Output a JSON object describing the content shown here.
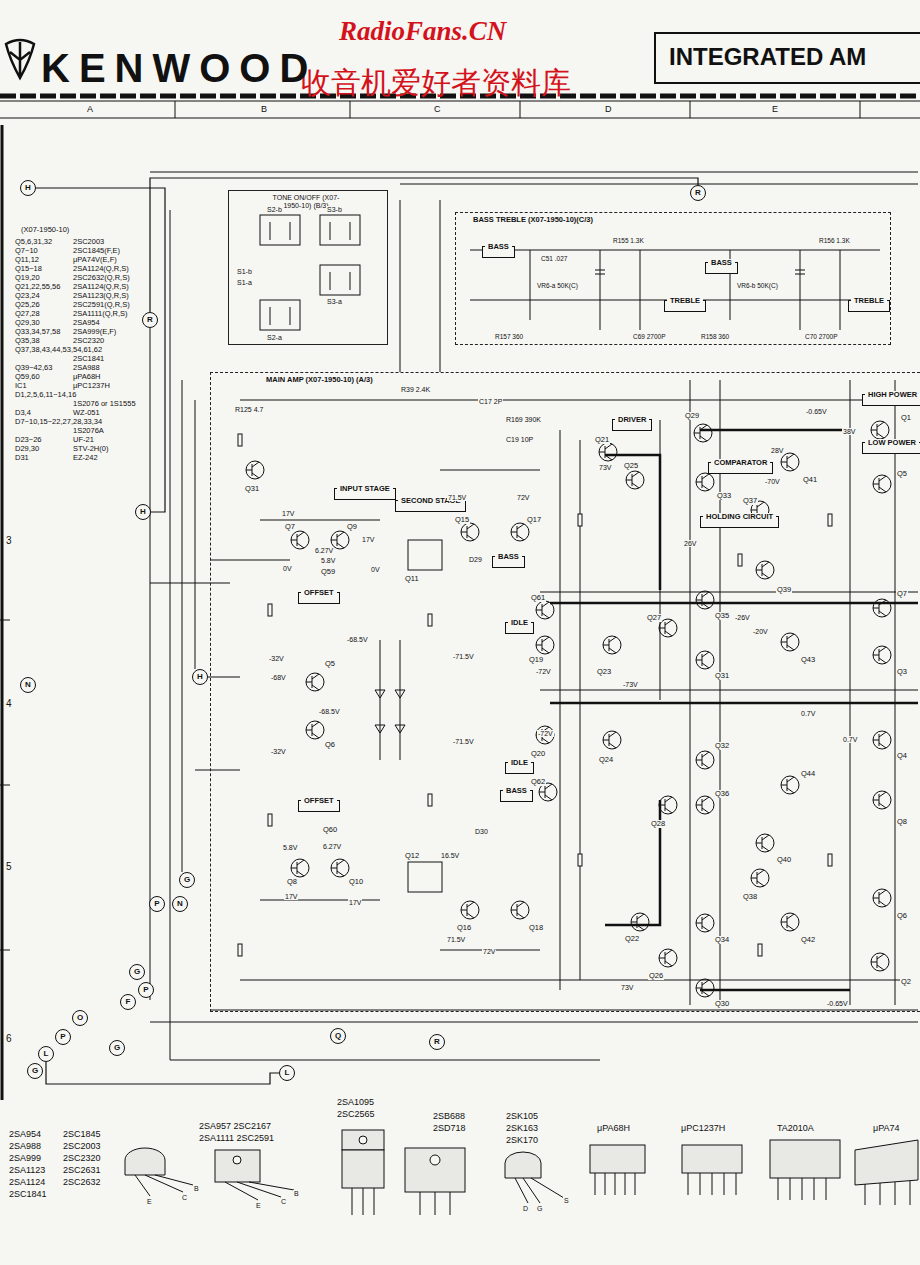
{
  "diagram": {
    "nodes": [
      {
        "text": [
          "H"
        ]
      },
      {
        "text": [
          "TONE ON/OFF (X07-1950-10) (B/3)"
        ]
      },
      {
        "text": [
          "BASS TREBLE (X07-1950-10)(C/3)"
        ]
      },
      {
        "text": [
          "BASS"
        ],
        "in": 2
      },
      {
        "text": [
          "TREBLE"
        ],
        "in": 2
      },
      {
        "text": [
          "BASS"
        ],
        "in": 2
      },
      {
        "text": [
          "TREBLE"
        ],
        "in": 2
      },
      {
        "text": [
          "MAIN AMP (X07-1950-10) (A/3)"
        ]
      },
      {
        "text": [
          "INPUT STAGE"
        ],
        "in": 7
      },
      {
        "text": [
          "SECOND STAGE"
        ],
        "in": 7
      },
      {
        "text": [
          "OFFSET"
        ],
        "in": 7
      },
      {
        "text": [
          "OFFSET"
        ],
        "in": 7
      },
      {
        "text": [
          "IDLE"
        ],
        "in": 7
      },
      {
        "text": [
          "IDLE"
        ],
        "in": 7
      },
      {
        "text": [
          "DRIVER"
        ],
        "in": 7
      },
      {
        "text": [
          "COMPARATOR"
        ],
        "in": 7
      },
      {
        "text": [
          "HOLDING CIRCUIT"
        ],
        "in": 7
      },
      {
        "text": [
          "HIGH POWER"
        ],
        "in": 7
      },
      {
        "text": [
          "LOW POWER"
        ],
        "in": 7
      },
      {
        "text": [
          "BASS"
        ],
        "in": 7
      },
      {
        "text": [
          "BASS"
        ],
        "in": 7
      },
      {
        "text": [
          "R"
        ]
      },
      {
        "text": [
          "R"
        ]
      },
      {
        "text": [
          "H"
        ]
      },
      {
        "text": [
          "H"
        ]
      },
      {
        "text": [
          "N"
        ]
      },
      {
        "text": [
          "N"
        ]
      },
      {
        "text": [
          "G"
        ]
      },
      {
        "text": [
          "G"
        ]
      },
      {
        "text": [
          "P"
        ]
      },
      {
        "text": [
          "P"
        ]
      },
      {
        "text": [
          "F"
        ]
      },
      {
        "text": [
          "O"
        ]
      },
      {
        "text": [
          "P"
        ]
      },
      {
        "text": [
          "L"
        ]
      },
      {
        "text": [
          "G"
        ]
      },
      {
        "text": [
          "G"
        ]
      },
      {
        "text": [
          "L"
        ]
      },
      {
        "text": [
          "Q"
        ]
      },
      {
        "text": [
          "R"
        ]
      }
    ],
    "edges": [
      {
        "from": 0,
        "to": 23,
        "arrow": "none"
      },
      {
        "from": 21,
        "to": 22,
        "arrow": "none"
      },
      {
        "from": 34,
        "to": 37,
        "arrow": "none"
      }
    ],
    "labels": [
      "RadioFans.CN",
      "收音机爱好者资料库",
      "KENWOOD",
      "INTEGRATED AM",
      "A",
      "B",
      "C",
      "D",
      "E",
      "3",
      "4",
      "5",
      "6",
      "(X07-1950-10)",
      "Q5,6,31,32",
      "2SC2003",
      "Q7~10",
      "2SC1845(F,E)",
      "Q11,12",
      "μPA74V(E,F)",
      "Q15~18",
      "2SA1124(Q,R,S)",
      "Q19,20",
      "2SC2632(Q,R,S)",
      "Q21,22,55,56",
      "2SA1124(Q,R,S)",
      "Q23,24",
      "2SA1123(Q,R,S)",
      "Q25,26",
      "2SC2591(Q,R,S)",
      "Q27,28",
      "2SA1111(Q,R,S)",
      "Q29,30",
      "2SA954",
      "Q33,34,57,58",
      "2SA999(E,F)",
      "Q35,38",
      "2SC2320",
      "Q37,38,43,44,53,54,61,62",
      "2SC1841",
      "Q39~42,63",
      "2SA988",
      "Q59,60",
      "μPA68H",
      "IC1",
      "μPC1237H",
      "D1,2,5,6,11~14,16",
      "1S2076 or 1S1555",
      "D3,4",
      "WZ-051",
      "D7~10,15~22,27,28,33,34",
      "1S2076A",
      "D23~26",
      "UF-21",
      "D29,30",
      "STV-2H(0)",
      "D31",
      "EZ-242",
      "S2-b",
      "S3-b",
      "S1-b",
      "S1-a",
      "S2-a",
      "S3-a",
      "R155 1.3K",
      "C51 .027",
      "VR6-a 50K(C)",
      "R157 360",
      "C69 2700P",
      "R158 360",
      "C70 2700P",
      "VR6-b 50K(C)",
      "R156 1.3K",
      "R125 4.7",
      "R39 2.4K",
      "C17 2P",
      "R169 390K",
      "C19 10P",
      "Q31",
      "Q7",
      "Q9",
      "17V",
      "17V",
      "6.27V",
      "5.8V",
      "Q59",
      "0V",
      "0V",
      "Q11",
      "Q15",
      "Q17",
      "71.5V",
      "72V",
      "D29",
      "Q61",
      "Q19",
      "-71.5V",
      "-72V",
      "-32V",
      "Q5",
      "-68V",
      "-68.5V",
      "Q6",
      "-32V",
      "-68.5V",
      "Q20",
      "-71.5V",
      "-72V",
      "Q62",
      "Q60",
      "5.8V",
      "6.27V",
      "Q8",
      "Q10",
      "17V",
      "17V",
      "Q12",
      "16.5V",
      "Q16",
      "Q18",
      "71.5V",
      "72V",
      "D30",
      "Q21",
      "73V",
      "Q25",
      "Q27",
      "Q23",
      "-73V",
      "Q24",
      "Q28",
      "Q22",
      "Q26",
      "73V",
      "Q29",
      "Q33",
      "Q37",
      "Q41",
      "28V",
      "-70V",
      "Q39",
      "Q35",
      "Q43",
      "Q31",
      "Q32",
      "Q36",
      "Q44",
      "Q40",
      "Q38",
      "Q34",
      "Q42",
      "Q30",
      "-0.65V",
      "38V",
      "0.7V",
      "0.7V",
      "Q1",
      "Q5",
      "Q7",
      "Q3",
      "Q4",
      "Q8",
      "Q6",
      "Q2",
      "-20V",
      "-26V",
      "26V",
      "-0.65V",
      "2SA954",
      "2SA988",
      "2SA999",
      "2SA1123",
      "2SA1124",
      "2SC1841",
      "2SC1845",
      "2SC2003",
      "2SC2320",
      "2SC2631",
      "2SC2632",
      "2SA957 2SC2167",
      "2SA1111 2SC2591",
      "2SA1095",
      "2SC2565",
      "2SB688",
      "2SD718",
      "2SK105",
      "2SK163",
      "2SK170",
      "μPA68H",
      "μPC1237H",
      "TA2010A",
      "μPA74",
      "E",
      "C",
      "B",
      "E",
      "C",
      "B",
      "D",
      "G",
      "S"
    ]
  }
}
